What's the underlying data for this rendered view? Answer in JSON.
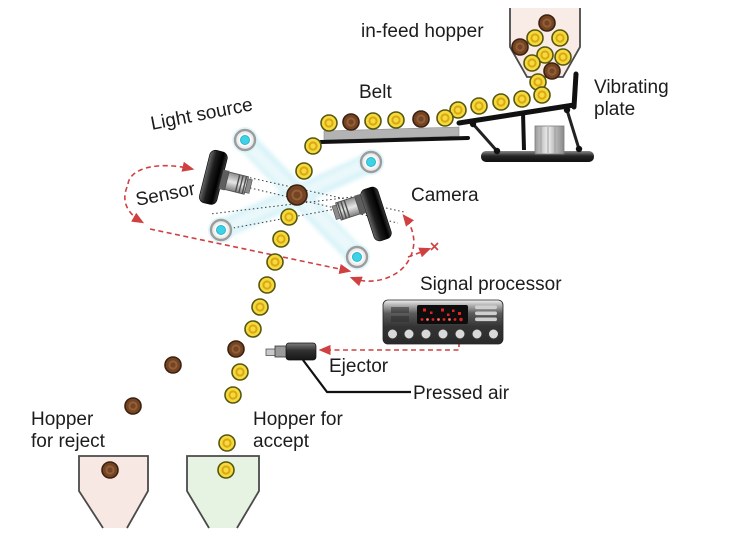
{
  "labels": {
    "in_feed_hopper": "in-feed hopper",
    "belt": "Belt",
    "vibrating_plate": "Vibrating plate",
    "light_source": "Light source",
    "sensor": "Sensor",
    "camera": "Camera",
    "signal_processor": "Signal processor",
    "ejector": "Ejector",
    "pressed_air": "Pressed air",
    "hopper_reject": "Hopper for reject",
    "hopper_accept": "Hopper for accept"
  },
  "palette": {
    "accept_grain": "#f6d93c",
    "accept_grain_edge": "#55560f",
    "accept_grain_ring": "#d9a814",
    "reject_grain": "#754423",
    "reject_grain_edge": "#3a2110",
    "reject_grain_ring": "#935f38",
    "beam": "#c3ecf4",
    "lamp_core": "#3ed2e6",
    "signal_path": "#d04040",
    "feed_hopper_fill": "#f9ece6",
    "reject_hopper_fill": "#f8e8e3",
    "accept_hopper_fill": "#e7f3e2"
  },
  "grains": {
    "in_feed_hopper": [
      [
        547,
        23,
        "r"
      ],
      [
        535,
        38,
        "a"
      ],
      [
        560,
        38,
        "a"
      ],
      [
        520,
        47,
        "r"
      ],
      [
        545,
        55,
        "a"
      ],
      [
        563,
        57,
        "a"
      ],
      [
        532,
        63,
        "a"
      ],
      [
        552,
        71,
        "r"
      ],
      [
        538,
        82,
        "a"
      ]
    ],
    "vibrating_plate": [
      [
        542,
        95,
        "a"
      ],
      [
        522,
        99,
        "a"
      ],
      [
        501,
        102,
        "a"
      ],
      [
        479,
        106,
        "a"
      ],
      [
        458,
        110,
        "a"
      ]
    ],
    "belt": [
      [
        329,
        123,
        "a"
      ],
      [
        351,
        122,
        "r"
      ],
      [
        373,
        121,
        "a"
      ],
      [
        396,
        120,
        "a"
      ],
      [
        421,
        119,
        "r"
      ],
      [
        445,
        118,
        "a"
      ]
    ],
    "falling_to_inspection": [
      [
        313,
        146,
        "a"
      ],
      [
        304,
        171,
        "a"
      ]
    ],
    "inspection_zone": [
      [
        297,
        195,
        "r",
        10
      ]
    ],
    "below_inspection": [
      [
        289,
        217,
        "a"
      ],
      [
        281,
        239,
        "a"
      ],
      [
        275,
        262,
        "a"
      ],
      [
        267,
        285,
        "a"
      ],
      [
        260,
        307,
        "a"
      ],
      [
        253,
        329,
        "a"
      ]
    ],
    "accept_stream": [
      [
        240,
        372,
        "a"
      ],
      [
        233,
        395,
        "a"
      ],
      [
        227,
        443,
        "a"
      ],
      [
        226,
        470,
        "a"
      ]
    ],
    "reject_stream": [
      [
        236,
        349,
        "r"
      ],
      [
        173,
        365,
        "r"
      ],
      [
        133,
        406,
        "r"
      ],
      [
        110,
        470,
        "r"
      ]
    ]
  }
}
